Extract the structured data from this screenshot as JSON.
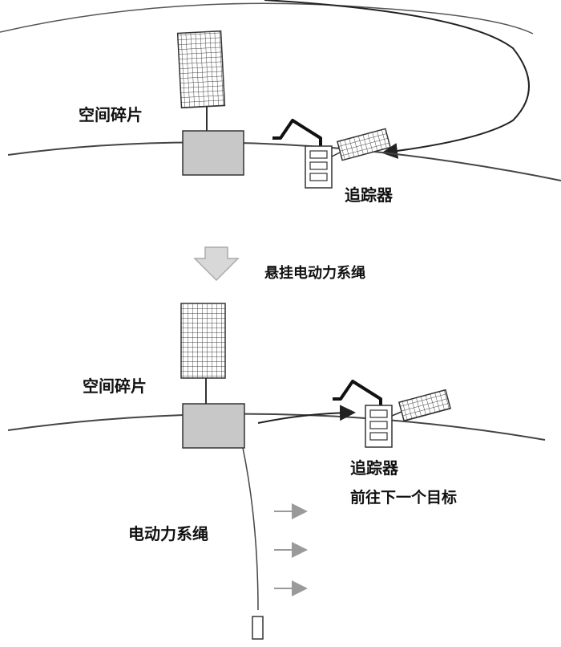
{
  "top": {
    "debris_label": "空间碎片",
    "tracker_label": "追踪器"
  },
  "transition": {
    "label": "悬挂电动力系绳"
  },
  "bottom": {
    "debris_label": "空间碎片",
    "tracker_label": "追踪器",
    "next_target_label": "前往下一个目标",
    "tether_label": "电动力系绳"
  },
  "colors": {
    "line": "#333333",
    "box_fill": "#c8c8c8",
    "arrow_fill": "#d8d8d8",
    "gray_arrow": "#9a9a9a"
  }
}
